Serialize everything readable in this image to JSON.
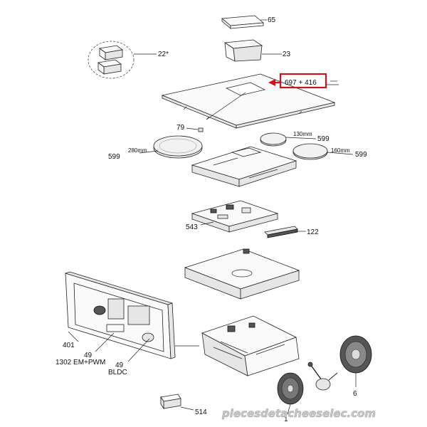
{
  "labels": {
    "p65": "65",
    "p23": "23",
    "p22": "22*",
    "dim": "697  +  416",
    "p79": "79",
    "d130": "130mm",
    "p599a": "599",
    "d280": "280mm",
    "p599b": "599",
    "d160": "160mm",
    "p599c": "599",
    "p543": "543",
    "p122": "122",
    "p401": "401",
    "p49a": "49",
    "p49a_sub": "1302 EM+PWM",
    "p49b": "49",
    "p49b_sub": "BLDC",
    "p514": "514",
    "p1": "1",
    "p6": "6"
  },
  "watermark": "piecesdetacheeselec.com",
  "colors": {
    "highlight": "#d0131b",
    "line": "#222222",
    "watermark": "#c9c9c9"
  }
}
